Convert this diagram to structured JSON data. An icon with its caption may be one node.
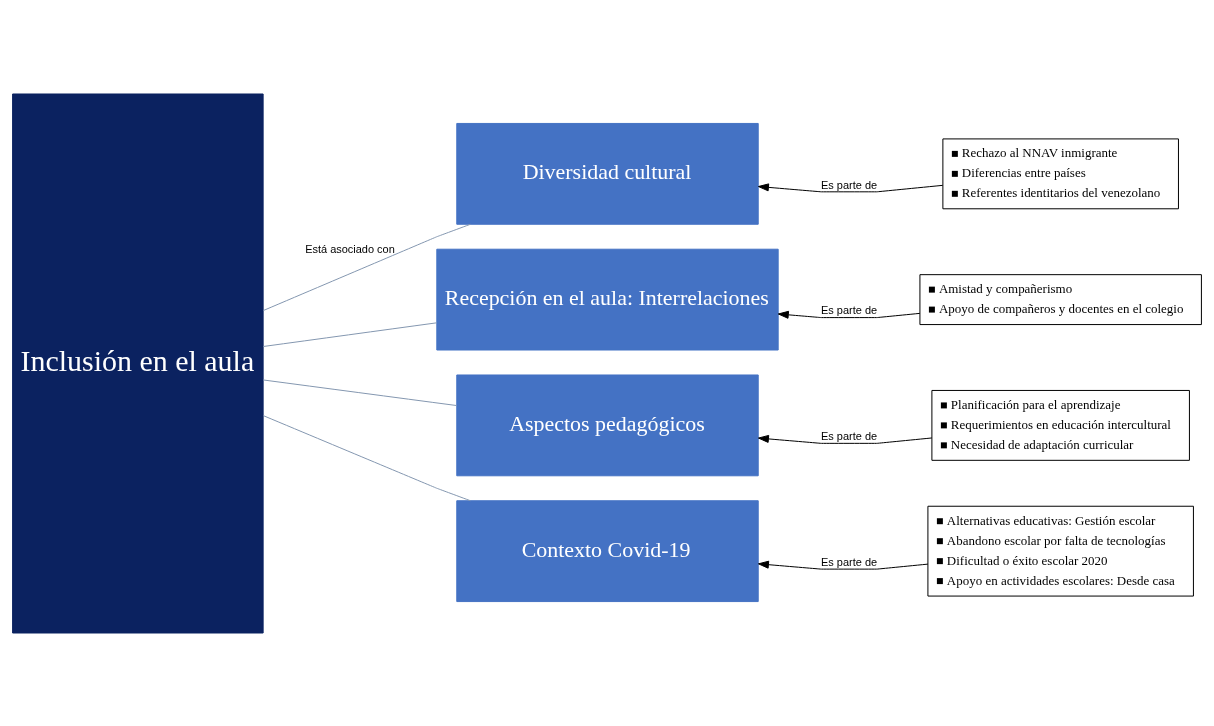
{
  "diagram": {
    "nodes": [
      {
        "text": [
          "Inclusión en el aula"
        ]
      },
      {
        "text": [
          "Diversidad cultural"
        ]
      },
      {
        "text": [
          "Recepción en el aula: Interrelaciones"
        ]
      },
      {
        "text": [
          "Aspectos pedagógicos"
        ]
      },
      {
        "text": [
          "Contexto Covid-19"
        ]
      },
      {
        "text": [
          "Rechazo al NNAV inmigrante",
          "Diferencias entre países",
          "Referentes identitarios del venezolano"
        ]
      },
      {
        "text": [
          "Amistad y compañerismo",
          "Apoyo de compañeros y docentes en el colegio"
        ]
      },
      {
        "text": [
          "Planificación para el aprendizaje",
          "Requerimientos en educación intercultural",
          "Necesidad de adaptación curricular"
        ]
      },
      {
        "text": [
          "Alternativas educativas: Gestión escolar",
          "Abandono escolar por falta de tecnologías",
          "Dificultad o éxito escolar 2020",
          "Apoyo en actividades escolares: Desde casa"
        ]
      }
    ],
    "edges": [
      {
        "from": 0,
        "to": 1,
        "arrow": "none",
        "label": "Está asociado con",
        "color": "#8497b0"
      },
      {
        "from": 0,
        "to": 2,
        "arrow": "none",
        "color": "#8497b0"
      },
      {
        "from": 0,
        "to": 3,
        "arrow": "none",
        "color": "#8497b0"
      },
      {
        "from": 0,
        "to": 4,
        "arrow": "none",
        "color": "#8497b0"
      },
      {
        "from": 5,
        "to": 1,
        "arrow": "to",
        "label": "Es parte de",
        "color": "#000000"
      },
      {
        "from": 6,
        "to": 2,
        "arrow": "to",
        "label": "Es parte de",
        "color": "#000000"
      },
      {
        "from": 7,
        "to": 3,
        "arrow": "to",
        "label": "Es parte de",
        "color": "#000000"
      },
      {
        "from": 8,
        "to": 4,
        "arrow": "to",
        "label": "Es parte de",
        "color": "#000000"
      }
    ]
  }
}
